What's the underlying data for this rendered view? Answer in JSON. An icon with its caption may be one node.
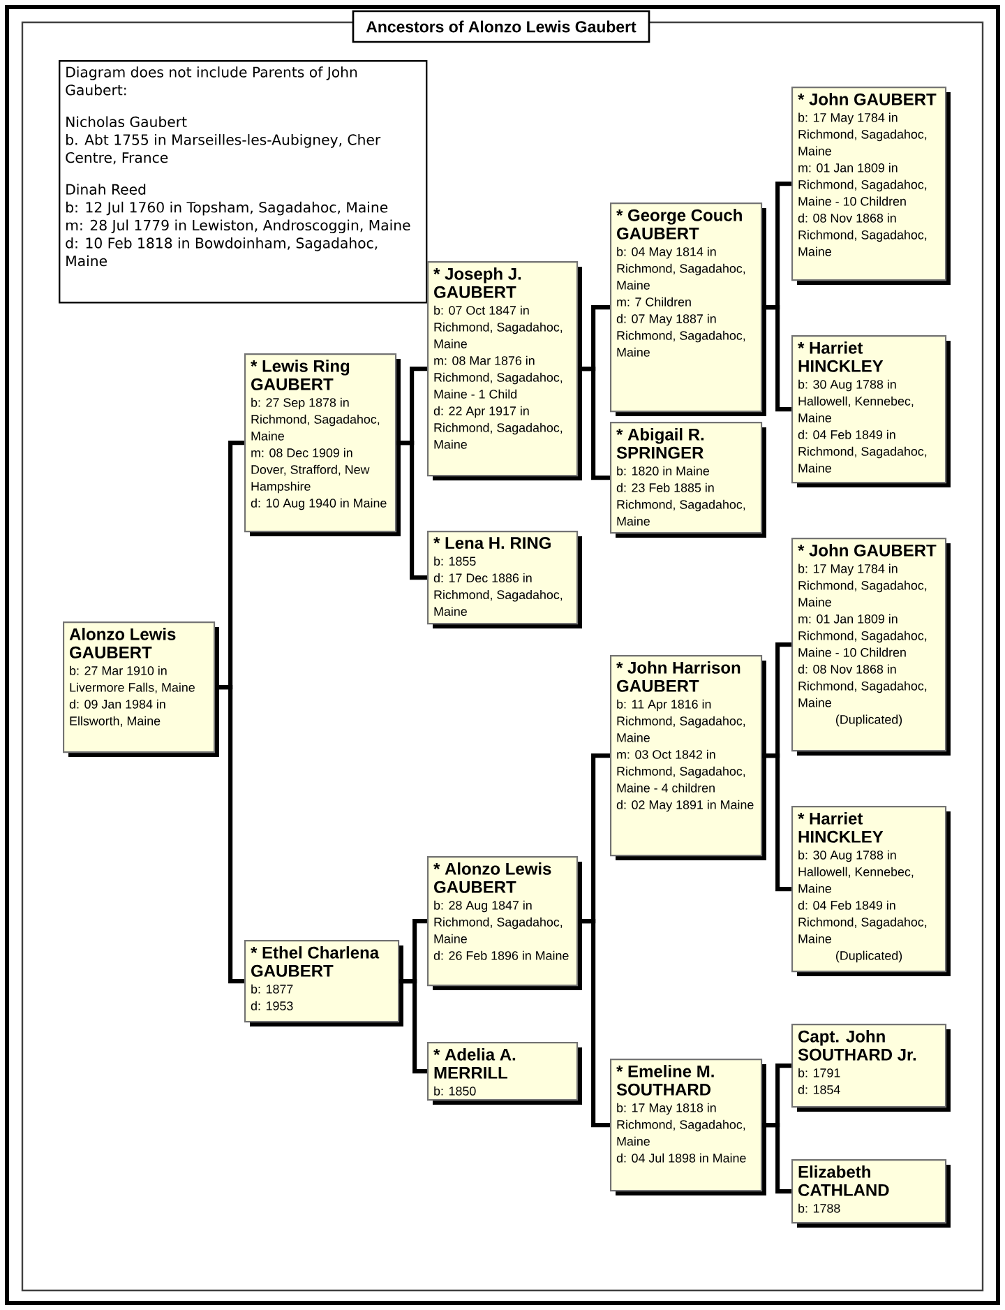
{
  "diagram": {
    "title": "Ancestors of Alonzo Lewis Gaubert",
    "nodes": [
      {
        "text": [
          "Diagram does not include Parents of John Gaubert:",
          "Nicholas Gaubert",
          "b. Abt 1755 in Marseilles-les-Aubigney, Cher Centre, France",
          "Dinah Reed",
          "b: 12 Jul 1760 in Topsham, Sagadahoc, Maine",
          "m: 28 Jul 1779 in Lewiston, Androscoggin, Maine",
          "d: 10 Feb 1818 in Bowdoinham, Sagadahoc, Maine"
        ]
      },
      {
        "text": [
          "Alonzo Lewis GAUBERT",
          "b: 27 Mar 1910 in Livermore Falls, Maine",
          "d: 09 Jan 1984 in Ellsworth, Maine"
        ]
      },
      {
        "text": [
          "* Lewis Ring GAUBERT",
          "b: 27 Sep 1878 in Richmond, Sagadahoc, Maine",
          "m: 08 Dec 1909 in Dover, Strafford, New Hampshire",
          "d: 10 Aug 1940 in Maine"
        ]
      },
      {
        "text": [
          "* Ethel Charlena GAUBERT",
          "b: 1877",
          "d: 1953"
        ]
      },
      {
        "text": [
          "* Joseph J. GAUBERT",
          "b: 07 Oct 1847 in Richmond, Sagadahoc, Maine",
          "m: 08 Mar 1876 in Richmond, Sagadahoc, Maine - 1 Child",
          "d: 22 Apr 1917 in Richmond, Sagadahoc, Maine"
        ]
      },
      {
        "text": [
          "* Lena H. RING",
          "b: 1855",
          "d: 17 Dec 1886 in Richmond, Sagadahoc, Maine"
        ]
      },
      {
        "text": [
          "* Alonzo Lewis GAUBERT",
          "b: 28 Aug 1847 in Richmond, Sagadahoc, Maine",
          "d: 26 Feb 1896 in Maine"
        ]
      },
      {
        "text": [
          "* Adelia A. MERRILL",
          "b: 1850"
        ]
      },
      {
        "text": [
          "* George Couch GAUBERT",
          "b: 04 May 1814 in Richmond, Sagadahoc, Maine",
          "m: 7 Children",
          "d: 07 May 1887 in Richmond, Sagadahoc, Maine"
        ]
      },
      {
        "text": [
          "* Abigail R. SPRINGER",
          "b: 1820 in Maine",
          "d: 23 Feb 1885 in Richmond, Sagadahoc, Maine"
        ]
      },
      {
        "text": [
          "* John Harrison GAUBERT",
          "b: 11 Apr 1816 in Richmond, Sagadahoc, Maine",
          "m: 03 Oct 1842 in Richmond, Sagadahoc, Maine - 4 children",
          "d: 02 May 1891 in Maine"
        ]
      },
      {
        "text": [
          "* Emeline M. SOUTHARD",
          "b: 17 May 1818 in Richmond, Sagadahoc, Maine",
          "d: 04 Jul 1898 in Maine"
        ]
      },
      {
        "text": [
          "* John GAUBERT",
          "b: 17 May 1784 in Richmond, Sagadahoc, Maine",
          "m: 01 Jan 1809 in Richmond, Sagadahoc, Maine - 10 Children",
          "d: 08 Nov 1868 in Richmond, Sagadahoc, Maine"
        ]
      },
      {
        "text": [
          "* Harriet HINCKLEY",
          "b: 30 Aug 1788 in Hallowell, Kennebec, Maine",
          "d: 04 Feb 1849 in Richmond, Sagadahoc, Maine"
        ]
      },
      {
        "text": [
          "* John GAUBERT",
          "b: 17 May 1784 in Richmond, Sagadahoc, Maine",
          "m: 01 Jan 1809 in Richmond, Sagadahoc, Maine - 10 Children",
          "d: 08 Nov 1868 in Richmond, Sagadahoc, Maine",
          "(Duplicated)"
        ]
      },
      {
        "text": [
          "* Harriet HINCKLEY",
          "b: 30 Aug 1788 in Hallowell, Kennebec, Maine",
          "d: 04 Feb 1849 in Richmond, Sagadahoc, Maine",
          "(Duplicated)"
        ]
      },
      {
        "text": [
          "Capt. John SOUTHARD Jr.",
          "b: 1791",
          "d: 1854"
        ]
      },
      {
        "text": [
          "Elizabeth CATHLAND",
          "b: 1788"
        ]
      }
    ],
    "edges": [
      {
        "from": 1,
        "to": 2,
        "arrow": "none"
      },
      {
        "from": 1,
        "to": 3,
        "arrow": "none"
      },
      {
        "from": 2,
        "to": 4,
        "arrow": "none"
      },
      {
        "from": 2,
        "to": 5,
        "arrow": "none"
      },
      {
        "from": 3,
        "to": 6,
        "arrow": "none"
      },
      {
        "from": 3,
        "to": 7,
        "arrow": "none"
      },
      {
        "from": 4,
        "to": 8,
        "arrow": "none"
      },
      {
        "from": 4,
        "to": 9,
        "arrow": "none"
      },
      {
        "from": 6,
        "to": 10,
        "arrow": "none"
      },
      {
        "from": 6,
        "to": 11,
        "arrow": "none"
      },
      {
        "from": 8,
        "to": 12,
        "arrow": "none"
      },
      {
        "from": 8,
        "to": 13,
        "arrow": "none"
      },
      {
        "from": 10,
        "to": 14,
        "arrow": "none"
      },
      {
        "from": 10,
        "to": 15,
        "arrow": "none"
      },
      {
        "from": 11,
        "to": 16,
        "arrow": "none"
      },
      {
        "from": 11,
        "to": 17,
        "arrow": "none"
      }
    ]
  }
}
